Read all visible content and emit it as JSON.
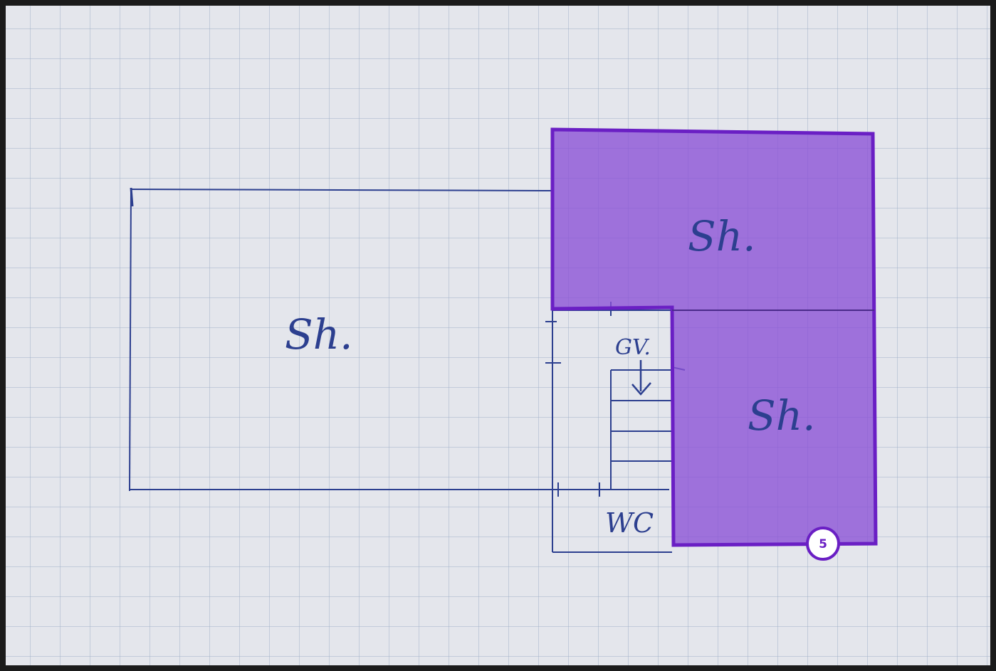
{
  "room_labels": {
    "left_room": "Sh.",
    "top_right_room": "Sh.",
    "lower_right_room": "Sh.",
    "stair_label": "GV.",
    "wc_label": "WC"
  },
  "selection": {
    "badge_number": "5",
    "fill_color": "#8a4fd6",
    "fill_opacity": 0.78,
    "outline_color": "#6a1fc4"
  },
  "colors": {
    "paper": "#e4e6ec",
    "grid_line": "#9fb0c8",
    "ink": "#2c3f8f",
    "frame": "#1b1b1b"
  }
}
